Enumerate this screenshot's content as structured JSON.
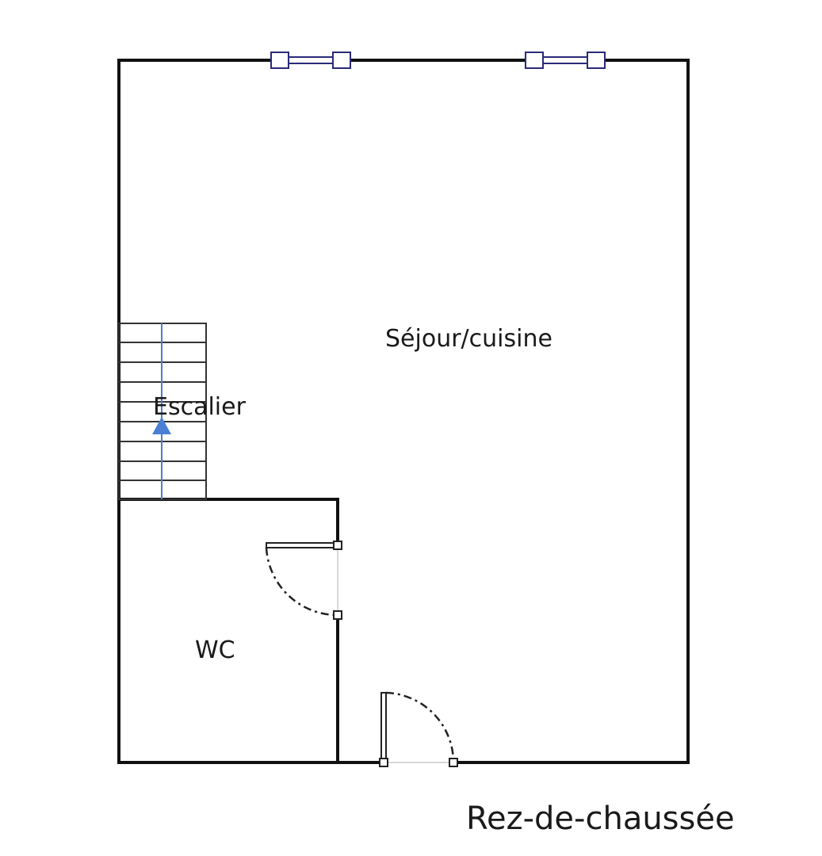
{
  "rooms": {
    "sejour": "Séjour/cuisine",
    "escalier": "Escalier",
    "wc": "WC"
  },
  "floor_title": "Rez-de-chaussée",
  "colors": {
    "wall": "#111111",
    "window": "#2a2a7a",
    "stair_arrow": "#4a7fd4",
    "door": "#222222"
  }
}
